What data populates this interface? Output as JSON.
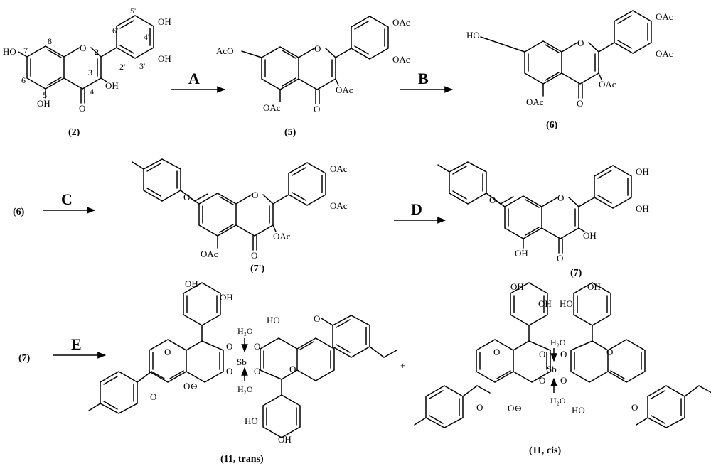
{
  "scheme": {
    "atoms": {
      "OH": "OH",
      "OAc": "OAc",
      "AcO": "AcO",
      "HO": "HO",
      "O": "O",
      "Sb": "Sb",
      "H2O": "H₂O",
      "O_minus": "O⊖"
    },
    "numbering": {
      "n2": "2",
      "n3": "3",
      "n4": "4",
      "n5": "5",
      "n6": "6",
      "n7": "7",
      "n8": "8",
      "n2p": "2'",
      "n3p": "3'",
      "n4p": "4'",
      "n5p": "5'",
      "n6p": "6'"
    },
    "steps": {
      "A": "A",
      "B": "B",
      "C": "C",
      "D": "D",
      "E": "E"
    },
    "compounds": {
      "c2": "(2)",
      "c5": "(5)",
      "c6": "(6)",
      "c6_start": "(6)",
      "c7p": "(7')",
      "c7": "(7)",
      "c7_start": "(7)",
      "c11_trans": "(11, trans)",
      "c11_cis": "(11, cis)"
    },
    "plus": "+"
  }
}
